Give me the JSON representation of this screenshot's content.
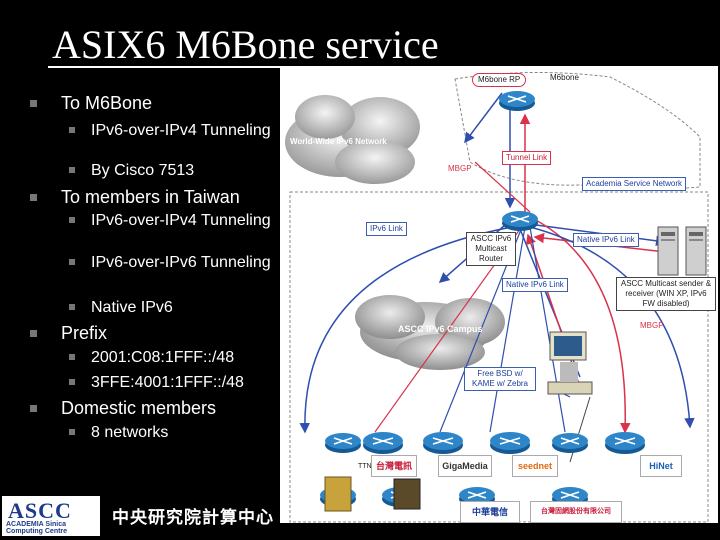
{
  "slide": {
    "title": "ASIX6 M6Bone service",
    "bullets": [
      {
        "text": "To M6Bone",
        "sub": [
          "IPv6-over-IPv4 Tunneling",
          "By Cisco 7513"
        ]
      },
      {
        "text": "To members in Taiwan",
        "sub": [
          "IPv6-over-IPv4 Tunneling",
          "IPv6-over-IPv6 Tunneling",
          "Native IPv6"
        ]
      },
      {
        "text": "Prefix",
        "sub": [
          "2001:C08:1FFF::/48",
          "3FFE:4001:1FFF::/48"
        ]
      },
      {
        "text": "Domestic members",
        "sub": [
          "8 networks"
        ]
      }
    ]
  },
  "diagram": {
    "m6bone_rp": "M6bone RP",
    "m6bone": "M6bone",
    "world_wide": "World-Wide IPv6 Network",
    "mbgp_top": "MBGP",
    "tunnel_link": "Tunnel Link",
    "academia_net": "Academia Service Network",
    "ipv6_link": "IPv6 Link",
    "ascc_router": "ASCC IPv6 Multicast Router",
    "native_link_right": "Native IPv6 Link",
    "native_link_mid": "Native IPv6 Link",
    "ascc_sender": "ASCC Multicast sender & receiver (WIN XP, IPv6 FW disabled)",
    "mbgp_right": "MBGP",
    "campus": "ASCC IPv6 Campus",
    "freebsd": "Free BSD w/ KAME w/ Zebra",
    "members": [
      "台灣電訊",
      "GigaMedia",
      "seednet",
      "HiNet"
    ],
    "member_tag": "TTN",
    "bottom_members": [
      "中華電信",
      "台灣固網股份有限公司"
    ],
    "colors": {
      "router": "#1e6fb3",
      "link_blue": "#2f4fb0",
      "link_red": "#d9324a"
    }
  },
  "footer": {
    "logo_big": "ASCC",
    "logo_small": "ACADEMIA Sinica Computing Centre",
    "org_name": "中央研究院計算中心"
  }
}
